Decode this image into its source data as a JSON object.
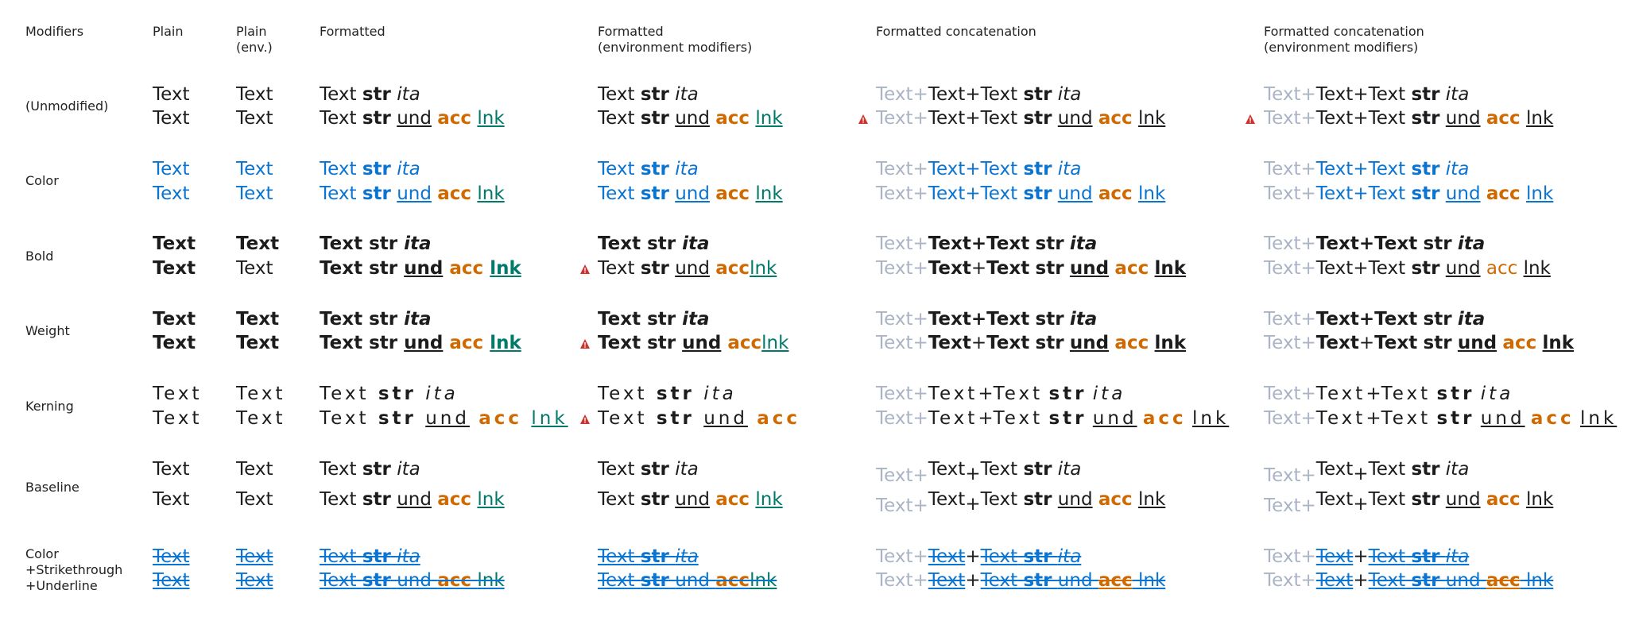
{
  "headers": {
    "modifiers": "Modifiers",
    "plain": "Plain",
    "plain_env_1": "Plain",
    "plain_env_2": "(env.)",
    "formatted": "Formatted",
    "formatted_env_1": "Formatted",
    "formatted_env_2": "(environment modifiers)",
    "concat": "Formatted concatenation",
    "concat_env_1": "Formatted concatenation",
    "concat_env_2": "(environment modifiers)"
  },
  "rows": {
    "unmodified": "(Unmodified)",
    "color": "Color",
    "bold": "Bold",
    "weight": "Weight",
    "kerning": "Kerning",
    "baseline": "Baseline",
    "cs1": "Color",
    "cs2": "+Strikethrough",
    "cs3": "+Underline"
  },
  "words": {
    "text": "Text",
    "str": "str",
    "ita": "ita",
    "und": "und",
    "acc": "acc",
    "lnk": "lnk",
    "text_plus": "Text+",
    "plus": "+"
  },
  "colors": {
    "accent": "#d06a00",
    "link": "#007a6a",
    "blue": "#0a74d0",
    "gray": "#a9b4c4",
    "warning": "#d0312d"
  },
  "icons": [
    "warning-icon"
  ]
}
